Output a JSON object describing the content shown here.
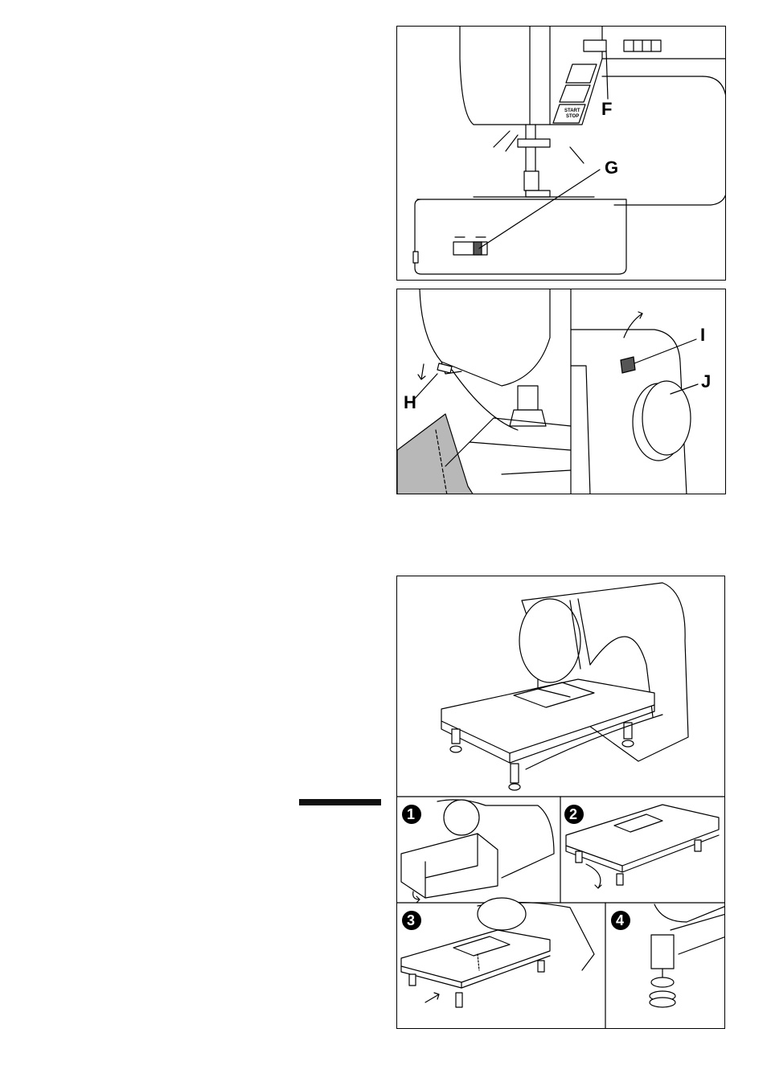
{
  "figure_top": {
    "callouts": {
      "f": "F",
      "g": "G"
    },
    "buttons": {
      "start_stop_line1": "START",
      "start_stop_line2": "STOP"
    }
  },
  "figure_middle": {
    "callouts": {
      "h": "H",
      "i": "I",
      "j": "J"
    }
  },
  "figure_bottom": {
    "steps": [
      "1",
      "2",
      "3",
      "4"
    ]
  }
}
